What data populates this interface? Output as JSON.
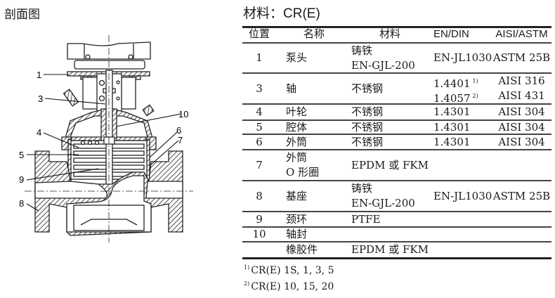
{
  "figure": {
    "title": "剖面图",
    "callouts": [
      "1",
      "3",
      "4",
      "5",
      "9",
      "8",
      "10",
      "6",
      "7"
    ]
  },
  "materials": {
    "title": "材料：CR(E)",
    "headers": [
      "位置",
      "名称",
      "材料",
      "EN/DIN",
      "AISI/ASTM"
    ],
    "rows": [
      {
        "pos": "1",
        "name": [
          "泵头"
        ],
        "material": [
          "铸铁",
          "EN-GJL-200"
        ],
        "en": [
          "EN-JL1030"
        ],
        "aisi": [
          "ASTM 25B"
        ]
      },
      {
        "pos": "3",
        "name": [
          "轴"
        ],
        "material": [
          "不锈钢"
        ],
        "en": [
          "1.4401",
          "1.4057"
        ],
        "en_notes": [
          "1)",
          "2)"
        ],
        "aisi": [
          "AISI 316",
          "AISI 431"
        ]
      },
      {
        "pos": "4",
        "name": [
          "叶轮"
        ],
        "material": [
          "不锈钢"
        ],
        "en": [
          "1.4301"
        ],
        "aisi": [
          "AISI 304"
        ]
      },
      {
        "pos": "5",
        "name": [
          "腔体"
        ],
        "material": [
          "不锈钢"
        ],
        "en": [
          "1.4301"
        ],
        "aisi": [
          "AISI 304"
        ]
      },
      {
        "pos": "6",
        "name": [
          "外筒"
        ],
        "material": [
          "不锈钢"
        ],
        "en": [
          "1.4301"
        ],
        "aisi": [
          "AISI 304"
        ]
      },
      {
        "pos": "7",
        "name": [
          "外筒",
          "O 形圈"
        ],
        "material": [
          "EPDM 或 FKM"
        ],
        "en": [],
        "aisi": []
      },
      {
        "pos": "8",
        "name": [
          "基座"
        ],
        "material": [
          "铸铁",
          "EN-GJL-200"
        ],
        "en": [
          "EN-JL1030"
        ],
        "aisi": [
          "ASTM 25B"
        ]
      },
      {
        "pos": "9",
        "name": [
          "颈环"
        ],
        "material": [
          "PTFE"
        ],
        "en": [],
        "aisi": []
      },
      {
        "pos": "10",
        "name": [
          "轴封"
        ],
        "material": [],
        "en": [],
        "aisi": []
      },
      {
        "pos": "",
        "name": [
          "橡胶件"
        ],
        "material": [
          "EPDM 或 FKM"
        ],
        "en": [],
        "aisi": []
      }
    ],
    "footnotes": [
      {
        "mark": "1)",
        "text": "CR(E) 1S, 1, 3, 5"
      },
      {
        "mark": "2)",
        "text": "CR(E) 10, 15, 20"
      }
    ]
  }
}
